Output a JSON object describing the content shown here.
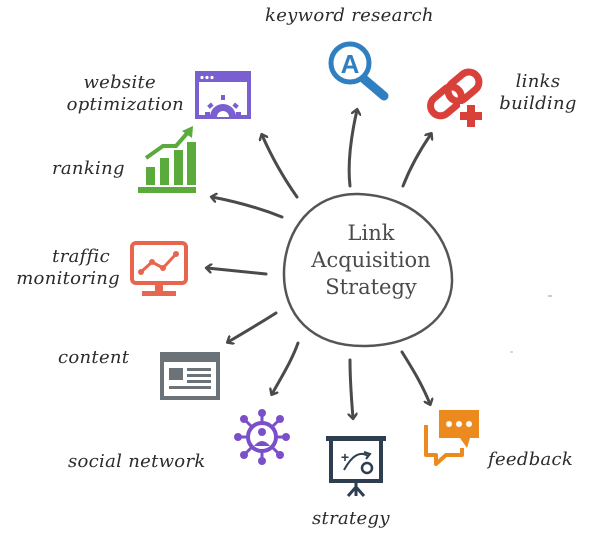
{
  "center": {
    "line1": "Link",
    "line2": "Acquisition",
    "line3": "Strategy"
  },
  "nodes": {
    "keyword_research": {
      "label": "keyword research",
      "color": "#2f7fc1",
      "icon": "magnifier-a-icon"
    },
    "links_building": {
      "line1": "links",
      "line2": "building",
      "color": "#d9403a",
      "icon": "chain-link-plus-icon"
    },
    "website_optimization": {
      "line1": "website",
      "line2": "optimization",
      "color": "#7a5fd0",
      "icon": "browser-gear-icon"
    },
    "ranking": {
      "label": "ranking",
      "color": "#5aaa3c",
      "icon": "bar-chart-up-icon"
    },
    "traffic_monitoring": {
      "line1": "traffic",
      "line2": "monitoring",
      "color": "#e8654e",
      "icon": "monitor-line-graph-icon"
    },
    "content": {
      "label": "content",
      "color": "#6b7378",
      "icon": "document-window-icon"
    },
    "social_network": {
      "label": "social network",
      "color": "#7a4fc9",
      "icon": "people-network-icon"
    },
    "strategy": {
      "label": "strategy",
      "color": "#2c3e50",
      "icon": "whiteboard-plan-icon"
    },
    "feedback": {
      "label": "feedback",
      "color": "#ec8a1e",
      "icon": "speech-bubbles-icon"
    }
  },
  "arrow_color": "#4a4a4a"
}
